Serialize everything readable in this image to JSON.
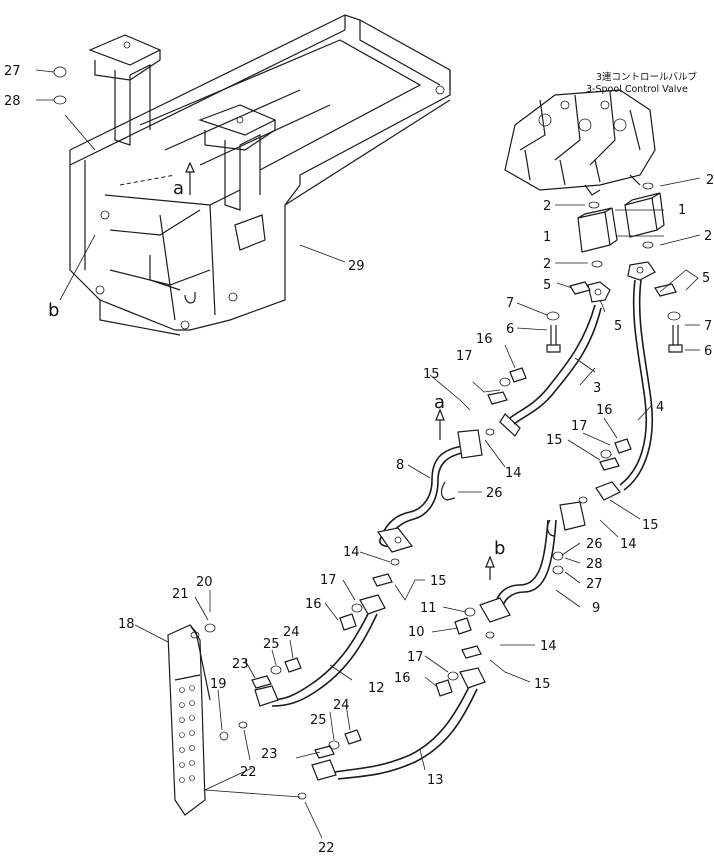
{
  "title": {
    "jp": "3連コントロールバルブ",
    "en": "3-Spool Control Valve"
  },
  "view_letters": {
    "a": "a",
    "b": "b"
  },
  "callouts": {
    "n1": "1",
    "n2": "2",
    "n3": "3",
    "n4": "4",
    "n5": "5",
    "n6": "6",
    "n7": "7",
    "n8": "8",
    "n9": "9",
    "n10": "10",
    "n11": "11",
    "n12": "12",
    "n13": "13",
    "n14": "14",
    "n15": "15",
    "n16": "16",
    "n17": "17",
    "n18": "18",
    "n19": "19",
    "n20": "20",
    "n21": "21",
    "n22": "22",
    "n23": "23",
    "n24": "24",
    "n25": "25",
    "n26": "26",
    "n27": "27",
    "n28": "28",
    "n29": "29"
  }
}
